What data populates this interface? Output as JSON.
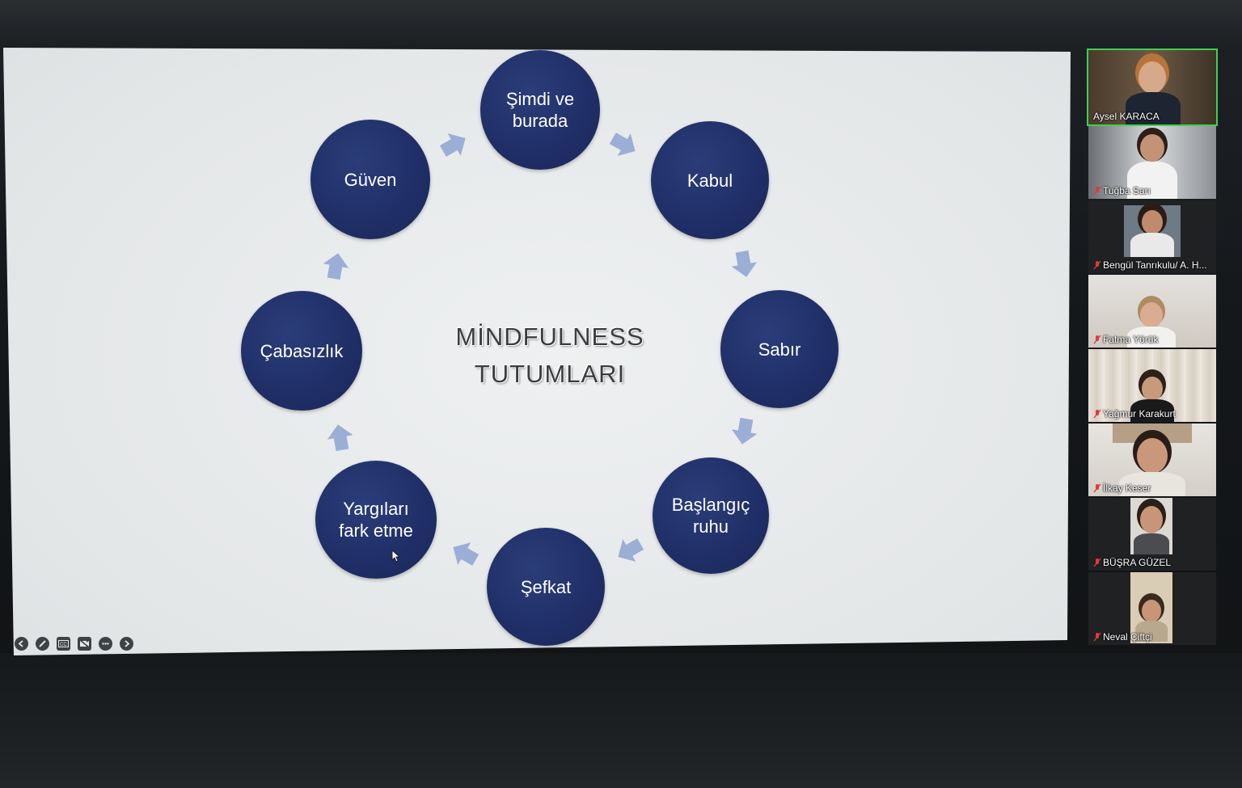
{
  "slide": {
    "title": "MİNDFULNESS\nTUTUMLARI",
    "nodes": [
      {
        "label": "Şimdi ve\nburada"
      },
      {
        "label": "Kabul"
      },
      {
        "label": "Sabır"
      },
      {
        "label": "Başlangıç\nruhu"
      },
      {
        "label": "Şefkat"
      },
      {
        "label": "Yargıları\nfark etme"
      },
      {
        "label": "Çabasızlık"
      },
      {
        "label": "Güven"
      }
    ],
    "colors": {
      "node": "#1f2e66",
      "arrow": "#9aaed6",
      "background": "#e8eaeb"
    }
  },
  "toolbar": {
    "buttons": [
      "previous-icon",
      "pen-icon",
      "captions-icon",
      "video-off-icon",
      "more-icon",
      "next-icon"
    ]
  },
  "participants": [
    {
      "name": "Aysel KARACA",
      "muted": false,
      "speaking": true
    },
    {
      "name": "Tuğba Sarı",
      "muted": true
    },
    {
      "name": "Bengül Tanrıkulu/ A. H...",
      "muted": true
    },
    {
      "name": "Fatma Yörük",
      "muted": true
    },
    {
      "name": "Yağmur Karakurt",
      "muted": true
    },
    {
      "name": "İlkay Keser",
      "muted": true
    },
    {
      "name": "BÜŞRA GÜZEL",
      "muted": true
    },
    {
      "name": "Neval Çiftçi",
      "muted": true
    }
  ],
  "colors": {
    "speaking_border": "#3fd04f",
    "muted_icon": "#e0393e"
  }
}
